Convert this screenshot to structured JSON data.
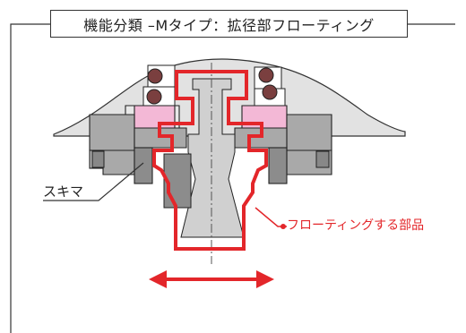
{
  "title": "機能分類 –Mタイプ：拡径部フローティング",
  "labels": {
    "gap": "スキマ",
    "floating_part": "フローティングする部品"
  },
  "colors": {
    "accent_red": "#e3262a",
    "gray_dark": "#8c8c8c",
    "gray_mid": "#a9a9a9",
    "gray_light": "#d0d0d0",
    "pink": "#f3b8d6",
    "spring_brown": "#7a3f3f"
  }
}
